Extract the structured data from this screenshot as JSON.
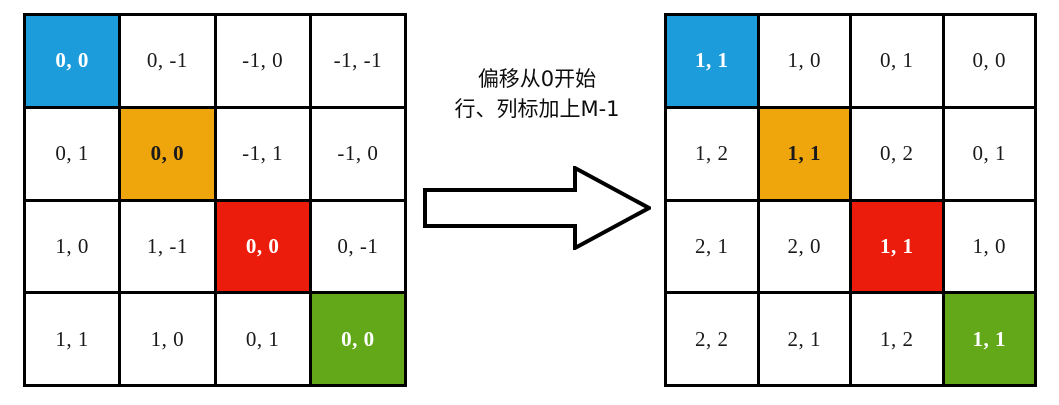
{
  "figure": {
    "title_none": "",
    "annotation": {
      "line1": "偏移从0开始",
      "line2": "行、列标加上M-1"
    },
    "arrow": {
      "name": "right-arrow",
      "direction": "right",
      "fill": "#ffffff",
      "stroke": "#000000"
    }
  },
  "palette": {
    "blue": "#1d9cdc",
    "orange": "#efa60d",
    "red": "#eb1c0c",
    "green": "#63a818",
    "border": "#000000",
    "cell_bg": "#ffffff",
    "text": "#1a1a1a",
    "text_on_fill": "#ffffff"
  },
  "left_grid": {
    "rows": 4,
    "cols": 4,
    "cells": [
      [
        {
          "value": "0, 0",
          "highlight": "blue"
        },
        {
          "value": "0, -1",
          "highlight": null
        },
        {
          "value": "-1, 0",
          "highlight": null
        },
        {
          "value": "-1, -1",
          "highlight": null
        }
      ],
      [
        {
          "value": "0, 1",
          "highlight": null
        },
        {
          "value": "0, 0",
          "highlight": "orange"
        },
        {
          "value": "-1, 1",
          "highlight": null
        },
        {
          "value": "-1, 0",
          "highlight": null
        }
      ],
      [
        {
          "value": "1, 0",
          "highlight": null
        },
        {
          "value": "1, -1",
          "highlight": null
        },
        {
          "value": "0, 0",
          "highlight": "red"
        },
        {
          "value": "0, -1",
          "highlight": null
        }
      ],
      [
        {
          "value": "1, 1",
          "highlight": null
        },
        {
          "value": "1, 0",
          "highlight": null
        },
        {
          "value": "0, 1",
          "highlight": null
        },
        {
          "value": "0, 0",
          "highlight": "green"
        }
      ]
    ]
  },
  "right_grid": {
    "rows": 4,
    "cols": 4,
    "cells": [
      [
        {
          "value": "1, 1",
          "highlight": "blue"
        },
        {
          "value": "1, 0",
          "highlight": null
        },
        {
          "value": "0, 1",
          "highlight": null
        },
        {
          "value": "0, 0",
          "highlight": null
        }
      ],
      [
        {
          "value": "1, 2",
          "highlight": null
        },
        {
          "value": "1, 1",
          "highlight": "orange"
        },
        {
          "value": "0, 2",
          "highlight": null
        },
        {
          "value": "0, 1",
          "highlight": null
        }
      ],
      [
        {
          "value": "2, 1",
          "highlight": null
        },
        {
          "value": "2, 0",
          "highlight": null
        },
        {
          "value": "1, 1",
          "highlight": "red"
        },
        {
          "value": "1, 0",
          "highlight": null
        }
      ],
      [
        {
          "value": "2, 2",
          "highlight": null
        },
        {
          "value": "2, 1",
          "highlight": null
        },
        {
          "value": "1, 2",
          "highlight": null
        },
        {
          "value": "1, 1",
          "highlight": "green"
        }
      ]
    ]
  }
}
